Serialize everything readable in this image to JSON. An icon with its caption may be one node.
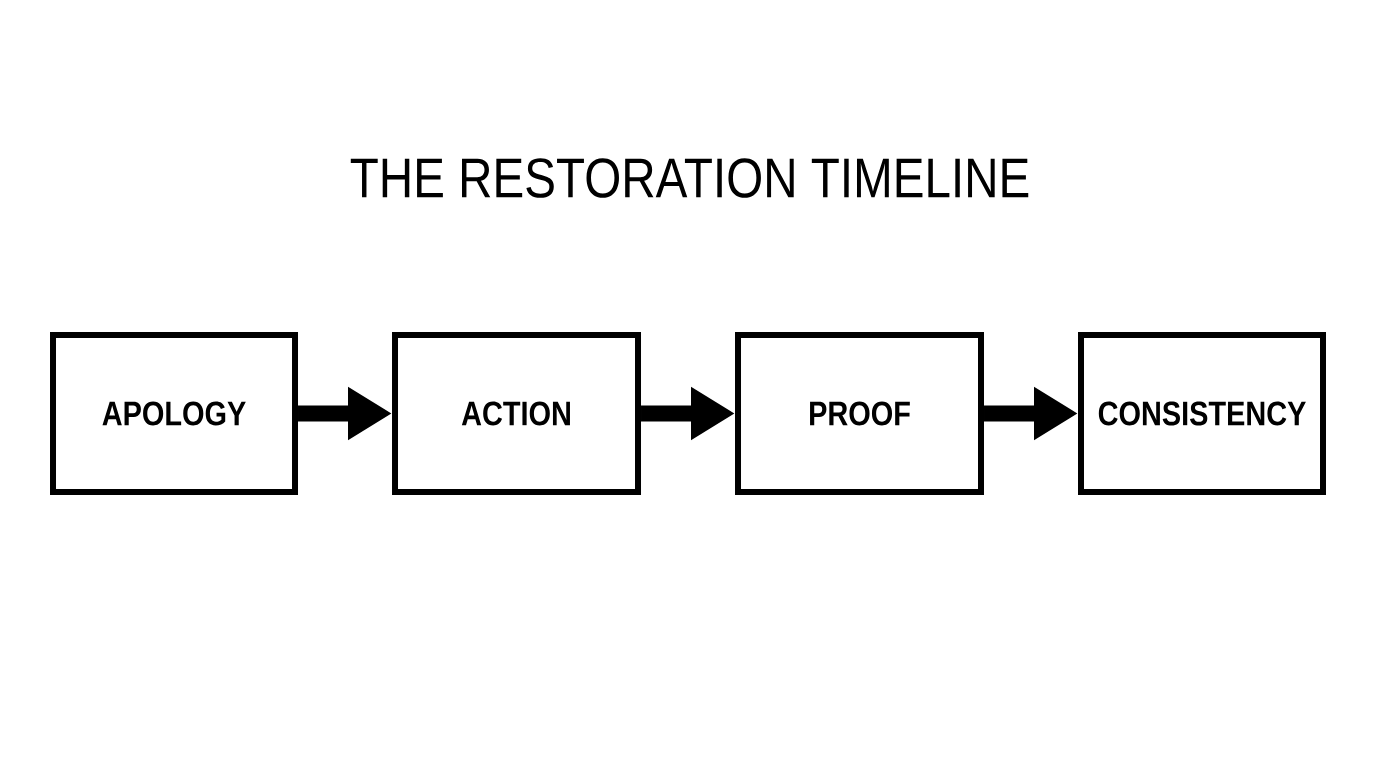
{
  "diagram": {
    "title": "THE RESTORATION TIMELINE",
    "nodes": [
      {
        "text": [
          "APOLOGY"
        ]
      },
      {
        "text": [
          "ACTION"
        ]
      },
      {
        "text": [
          "PROOF"
        ]
      },
      {
        "text": [
          "CONSISTENCY"
        ]
      }
    ],
    "edges": [
      {
        "from": 0,
        "to": 1,
        "arrow": "to"
      },
      {
        "from": 1,
        "to": 2,
        "arrow": "to"
      },
      {
        "from": 2,
        "to": 3,
        "arrow": "to"
      }
    ]
  }
}
